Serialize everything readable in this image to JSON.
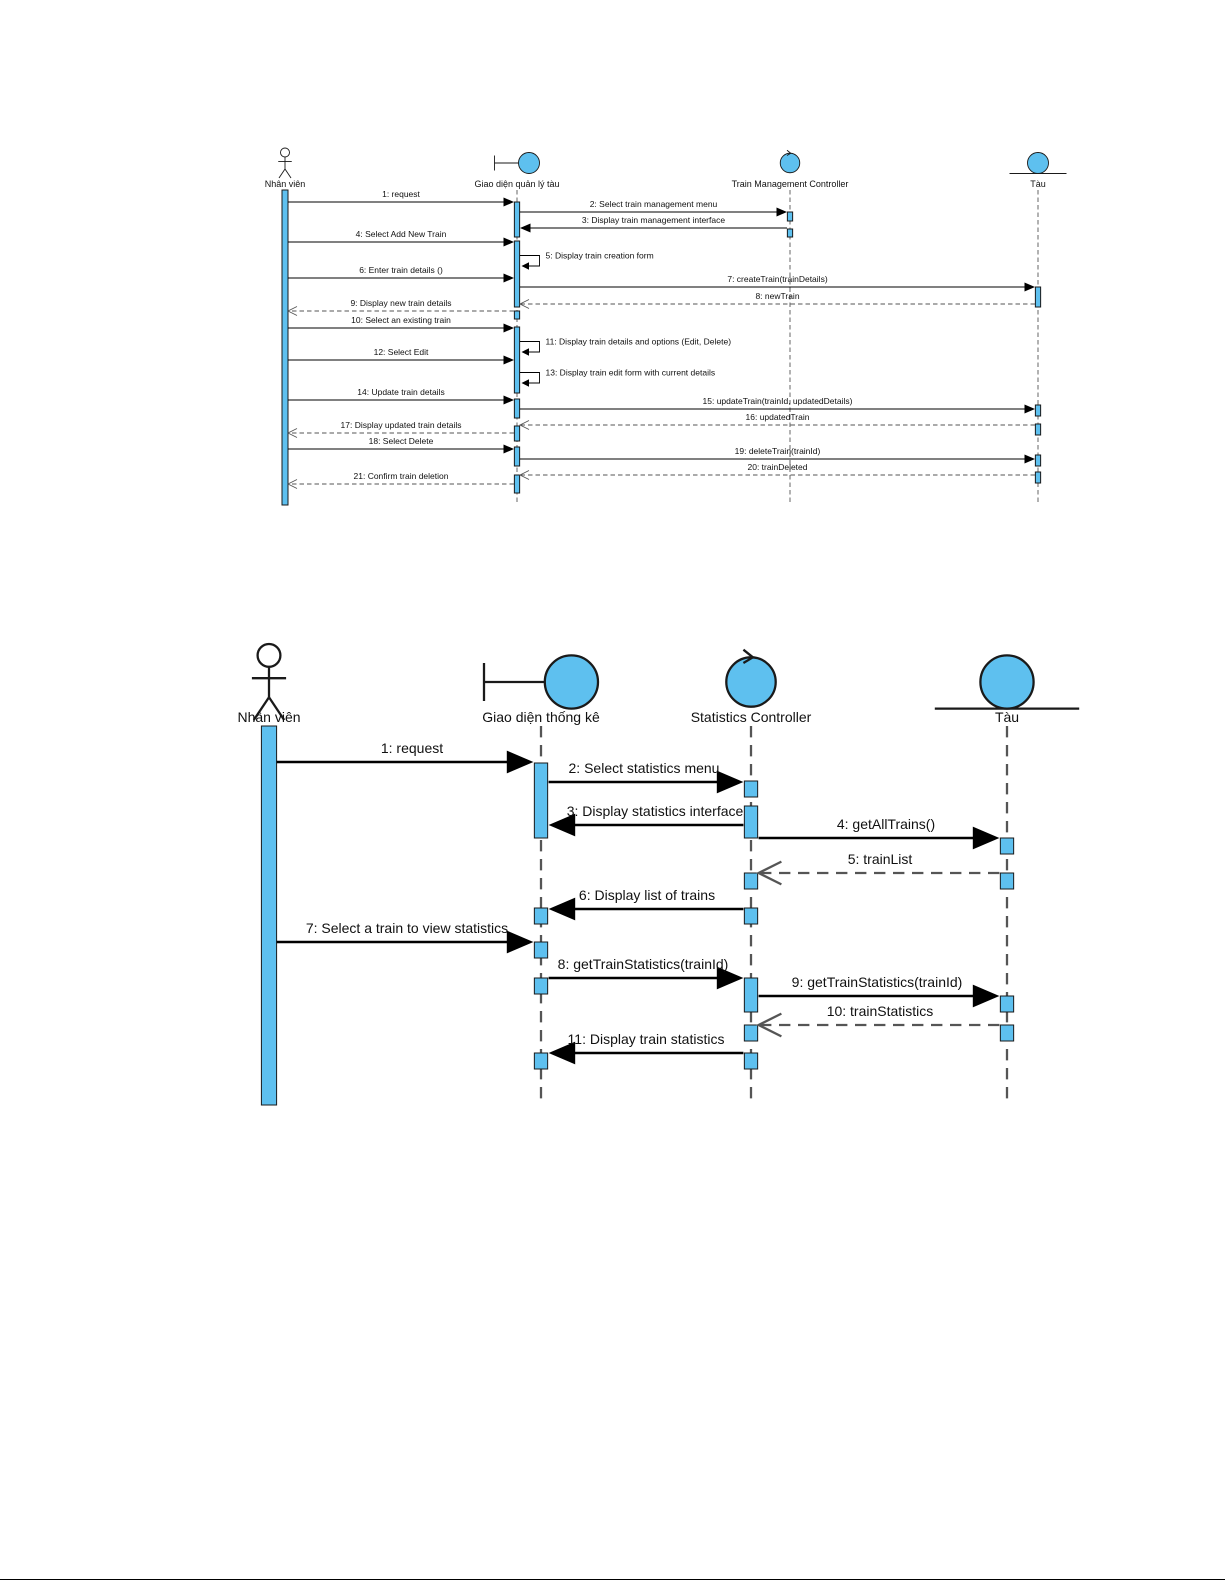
{
  "diagrams": [
    {
      "participants": [
        {
          "type": "actor",
          "label": "Nhân viên"
        },
        {
          "type": "boundary",
          "label": "Giao diện quản lý tàu"
        },
        {
          "type": "control",
          "label": "Train Management Controller"
        },
        {
          "type": "entity",
          "label": "Tàu"
        }
      ],
      "messages": [
        {
          "label": "1: request",
          "from": 0,
          "to": 1,
          "kind": "sync"
        },
        {
          "label": "2: Select train management menu",
          "from": 1,
          "to": 2,
          "kind": "sync"
        },
        {
          "label": "3: Display train management interface",
          "from": 2,
          "to": 1,
          "kind": "sync"
        },
        {
          "label": "4: Select Add New Train",
          "from": 0,
          "to": 1,
          "kind": "sync"
        },
        {
          "label": "5: Display train creation form",
          "from": 1,
          "to": 1,
          "kind": "self"
        },
        {
          "label": "6: Enter train details ()",
          "from": 0,
          "to": 1,
          "kind": "sync"
        },
        {
          "label": "7: createTrain(trainDetails)",
          "from": 1,
          "to": 3,
          "kind": "sync"
        },
        {
          "label": "8: newTrain",
          "from": 3,
          "to": 1,
          "kind": "return"
        },
        {
          "label": "9: Display new train details",
          "from": 1,
          "to": 0,
          "kind": "return"
        },
        {
          "label": "10: Select an existing train",
          "from": 0,
          "to": 1,
          "kind": "sync"
        },
        {
          "label": "11: Display train details and options (Edit, Delete)",
          "from": 1,
          "to": 1,
          "kind": "self"
        },
        {
          "label": "12: Select Edit",
          "from": 0,
          "to": 1,
          "kind": "sync"
        },
        {
          "label": "13: Display train edit form with current details",
          "from": 1,
          "to": 1,
          "kind": "self"
        },
        {
          "label": "14: Update train details",
          "from": 0,
          "to": 1,
          "kind": "sync"
        },
        {
          "label": "15: updateTrain(trainId, updatedDetails)",
          "from": 1,
          "to": 3,
          "kind": "sync"
        },
        {
          "label": "16: updatedTrain",
          "from": 3,
          "to": 1,
          "kind": "return"
        },
        {
          "label": "17: Display updated train details",
          "from": 1,
          "to": 0,
          "kind": "return"
        },
        {
          "label": "18: Select Delete",
          "from": 0,
          "to": 1,
          "kind": "sync"
        },
        {
          "label": "19: deleteTrain(trainId)",
          "from": 1,
          "to": 3,
          "kind": "sync"
        },
        {
          "label": "20: trainDeleted",
          "from": 3,
          "to": 1,
          "kind": "return"
        },
        {
          "label": "21: Confirm train deletion",
          "from": 1,
          "to": 0,
          "kind": "return"
        }
      ]
    },
    {
      "participants": [
        {
          "type": "actor",
          "label": "Nhân viên"
        },
        {
          "type": "boundary",
          "label": "Giao diện thống kê"
        },
        {
          "type": "control",
          "label": "Statistics Controller"
        },
        {
          "type": "entity",
          "label": "Tàu"
        }
      ],
      "messages": [
        {
          "label": "1: request",
          "from": 0,
          "to": 1,
          "kind": "sync"
        },
        {
          "label": "2: Select statistics menu",
          "from": 1,
          "to": 2,
          "kind": "sync"
        },
        {
          "label": "3: Display statistics interface",
          "from": 2,
          "to": 1,
          "kind": "sync"
        },
        {
          "label": "4: getAllTrains()",
          "from": 2,
          "to": 3,
          "kind": "sync"
        },
        {
          "label": "5: trainList",
          "from": 3,
          "to": 2,
          "kind": "return"
        },
        {
          "label": "6: Display list of trains",
          "from": 2,
          "to": 1,
          "kind": "sync"
        },
        {
          "label": "7: Select a train to view statistics",
          "from": 0,
          "to": 1,
          "kind": "sync"
        },
        {
          "label": "8: getTrainStatistics(trainId)",
          "from": 1,
          "to": 2,
          "kind": "sync"
        },
        {
          "label": "9: getTrainStatistics(trainId)",
          "from": 2,
          "to": 3,
          "kind": "sync"
        },
        {
          "label": "10: trainStatistics",
          "from": 3,
          "to": 2,
          "kind": "return"
        },
        {
          "label": "11: Display train statistics",
          "from": 2,
          "to": 1,
          "kind": "sync"
        }
      ]
    }
  ],
  "colors": {
    "fill": "#5ec0ef",
    "stroke": "#1a1a1a",
    "line": "#000000",
    "dash": "#555555"
  }
}
